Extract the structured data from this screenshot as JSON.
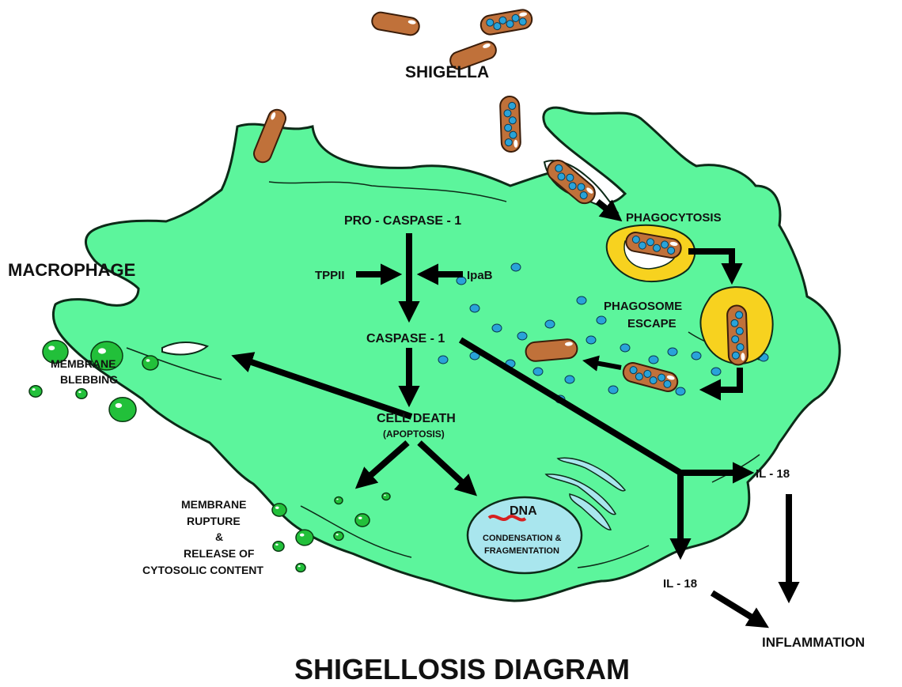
{
  "title": "SHIGELLOSIS DIAGRAM",
  "labels": {
    "shigella": "SHIGELLA",
    "macrophage": "MACROPHAGE",
    "phagocytosis": "PHAGOCYTOSIS",
    "phagosome_escape_1": "PHAGOSOME",
    "phagosome_escape_2": "ESCAPE",
    "pro_caspase": "PRO - CASPASE - 1",
    "tppii": "TPPII",
    "ipab": "IpaB",
    "caspase": "CASPASE - 1",
    "cell_death": "CELL DEATH",
    "apoptosis": "(APOPTOSIS)",
    "membrane_blebbing_1": "MEMBRANE",
    "membrane_blebbing_2": "BLEBBING",
    "rupture_1": "MEMBRANE",
    "rupture_2": "RUPTURE",
    "rupture_3": "&",
    "rupture_4": "RELEASE OF",
    "rupture_5": "CYTOSOLIC CONTENT",
    "dna": "DNA",
    "condensation_1": "CONDENSATION &",
    "condensation_2": "FRAGMENTATION",
    "il18_right": "IL - 18",
    "il18_bottom": "IL - 18",
    "inflammation": "INFLAMMATION"
  },
  "colors": {
    "cell": "#5cf59c",
    "cell_outline": "#0d2a18",
    "bacterium": "#c0713a",
    "bacterium_outline": "#3a1d0a",
    "dot": "#29a3d9",
    "phagosome": "#f7d21f",
    "nucleus": "#a9e6ee",
    "bleb": "#22c03a",
    "arrow": "#000000"
  }
}
